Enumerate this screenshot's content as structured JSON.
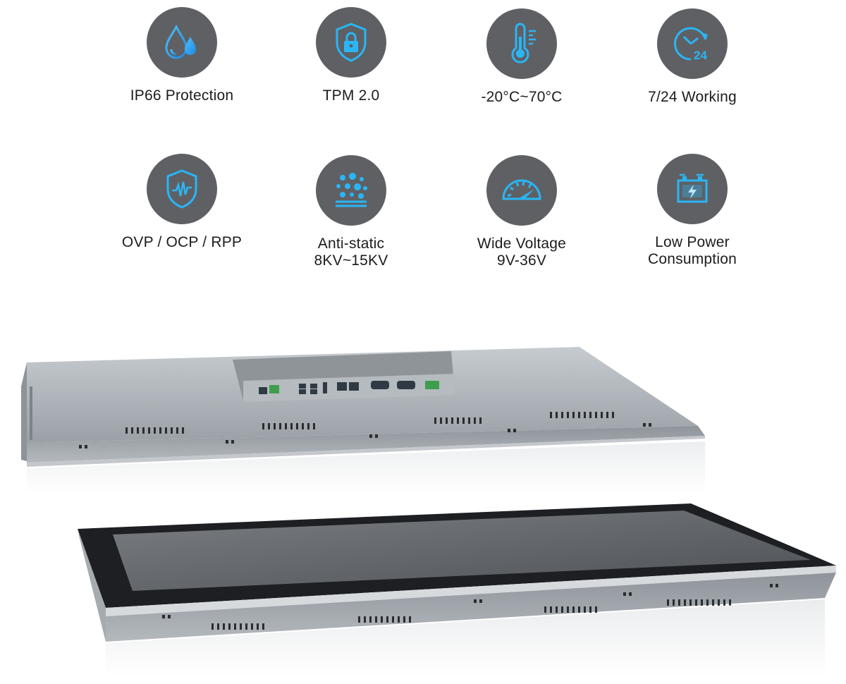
{
  "colors": {
    "icon_bg": "#5f6064",
    "icon_cyan": "#4fc3f7",
    "icon_blue": "#1e88e5",
    "text": "#1c1c1c"
  },
  "features": [
    {
      "icon": "water-drops-icon",
      "lines": [
        "IP66 Protection"
      ]
    },
    {
      "icon": "lock-shield-icon",
      "lines": [
        "TPM 2.0"
      ]
    },
    {
      "icon": "thermometer-icon",
      "lines": [
        "-20°C~70°C"
      ]
    },
    {
      "icon": "clock-24-icon",
      "lines": [
        "7/24 Working"
      ]
    },
    {
      "icon": "shield-wave-icon",
      "lines": [
        "OVP / OCP / RPP"
      ]
    },
    {
      "icon": "static-dots-icon",
      "lines": [
        "Anti-static",
        "8KV~15KV"
      ]
    },
    {
      "icon": "gauge-icon",
      "lines": [
        "Wide Voltage",
        "9V-36V"
      ]
    },
    {
      "icon": "battery-bolt-icon",
      "lines": [
        "Low Power",
        "Consumption"
      ]
    }
  ]
}
